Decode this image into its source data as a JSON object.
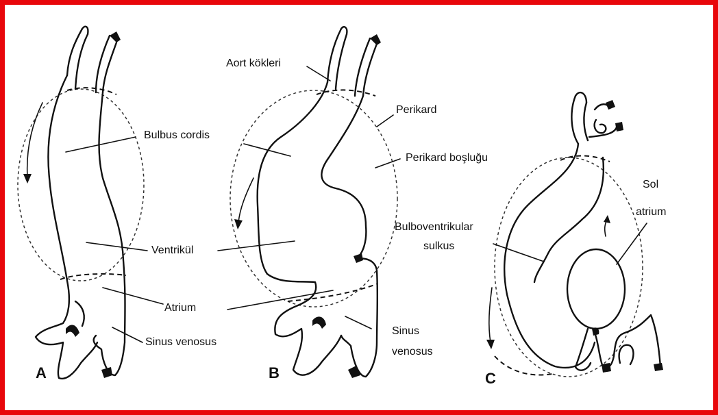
{
  "diagram": {
    "labels": {
      "aort_kokleri": "Aort kökleri",
      "bulbus_cordis": "Bulbus cordis",
      "perikard": "Perikard",
      "perikard_boslugu": "Perikard boşluğu",
      "ventrikul": "Ventrikül",
      "atrium": "Atrium",
      "sinus_venosus": "Sinus venosus",
      "sinus_b_line1": "Sinus",
      "sinus_b_line2": "venosus",
      "bulboventrikular_line1": "Bulboventrikular",
      "bulboventrikular_line2": "sulkus",
      "sol_line1": "Sol",
      "sol_line2": "atrium"
    },
    "panel_letters": [
      "A",
      "B",
      "C"
    ],
    "colors": {
      "frame": "#e8070b",
      "ink": "#111111"
    }
  }
}
